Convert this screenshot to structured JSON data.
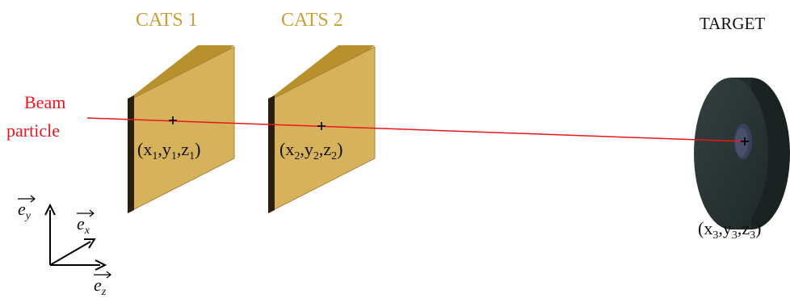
{
  "labels": {
    "cats1": "CATS 1",
    "cats2": "CATS 2",
    "target": "TARGET",
    "beam_line1": "Beam",
    "beam_line2": "particle"
  },
  "coordinates": {
    "p1": {
      "open": "(x",
      "s1": "1",
      "c1": ",y",
      "s2": "1",
      "c2": ",z",
      "s3": "1",
      "close": ")"
    },
    "p2": {
      "open": "(x",
      "s1": "2",
      "c1": ",y",
      "s2": "2",
      "c2": ",z",
      "s3": "2",
      "close": ")"
    },
    "p3": {
      "open": "(x",
      "s1": "3",
      "c1": ",y",
      "s2": "3",
      "c2": ",z",
      "s3": "3",
      "close": ")"
    }
  },
  "axes": {
    "ey": {
      "base": "e",
      "sub": "y"
    },
    "ex": {
      "base": "e",
      "sub": "x"
    },
    "ez": {
      "base": "e",
      "sub": "z"
    }
  },
  "colors": {
    "detector_face": "#d6b25c",
    "detector_top": "#b8902e",
    "detector_edge": "#2a1e0c",
    "beam": "#e8151b",
    "target_body": "#2b3535",
    "target_hole": "#4a4f6a",
    "label_gold": "#c8a03a"
  }
}
